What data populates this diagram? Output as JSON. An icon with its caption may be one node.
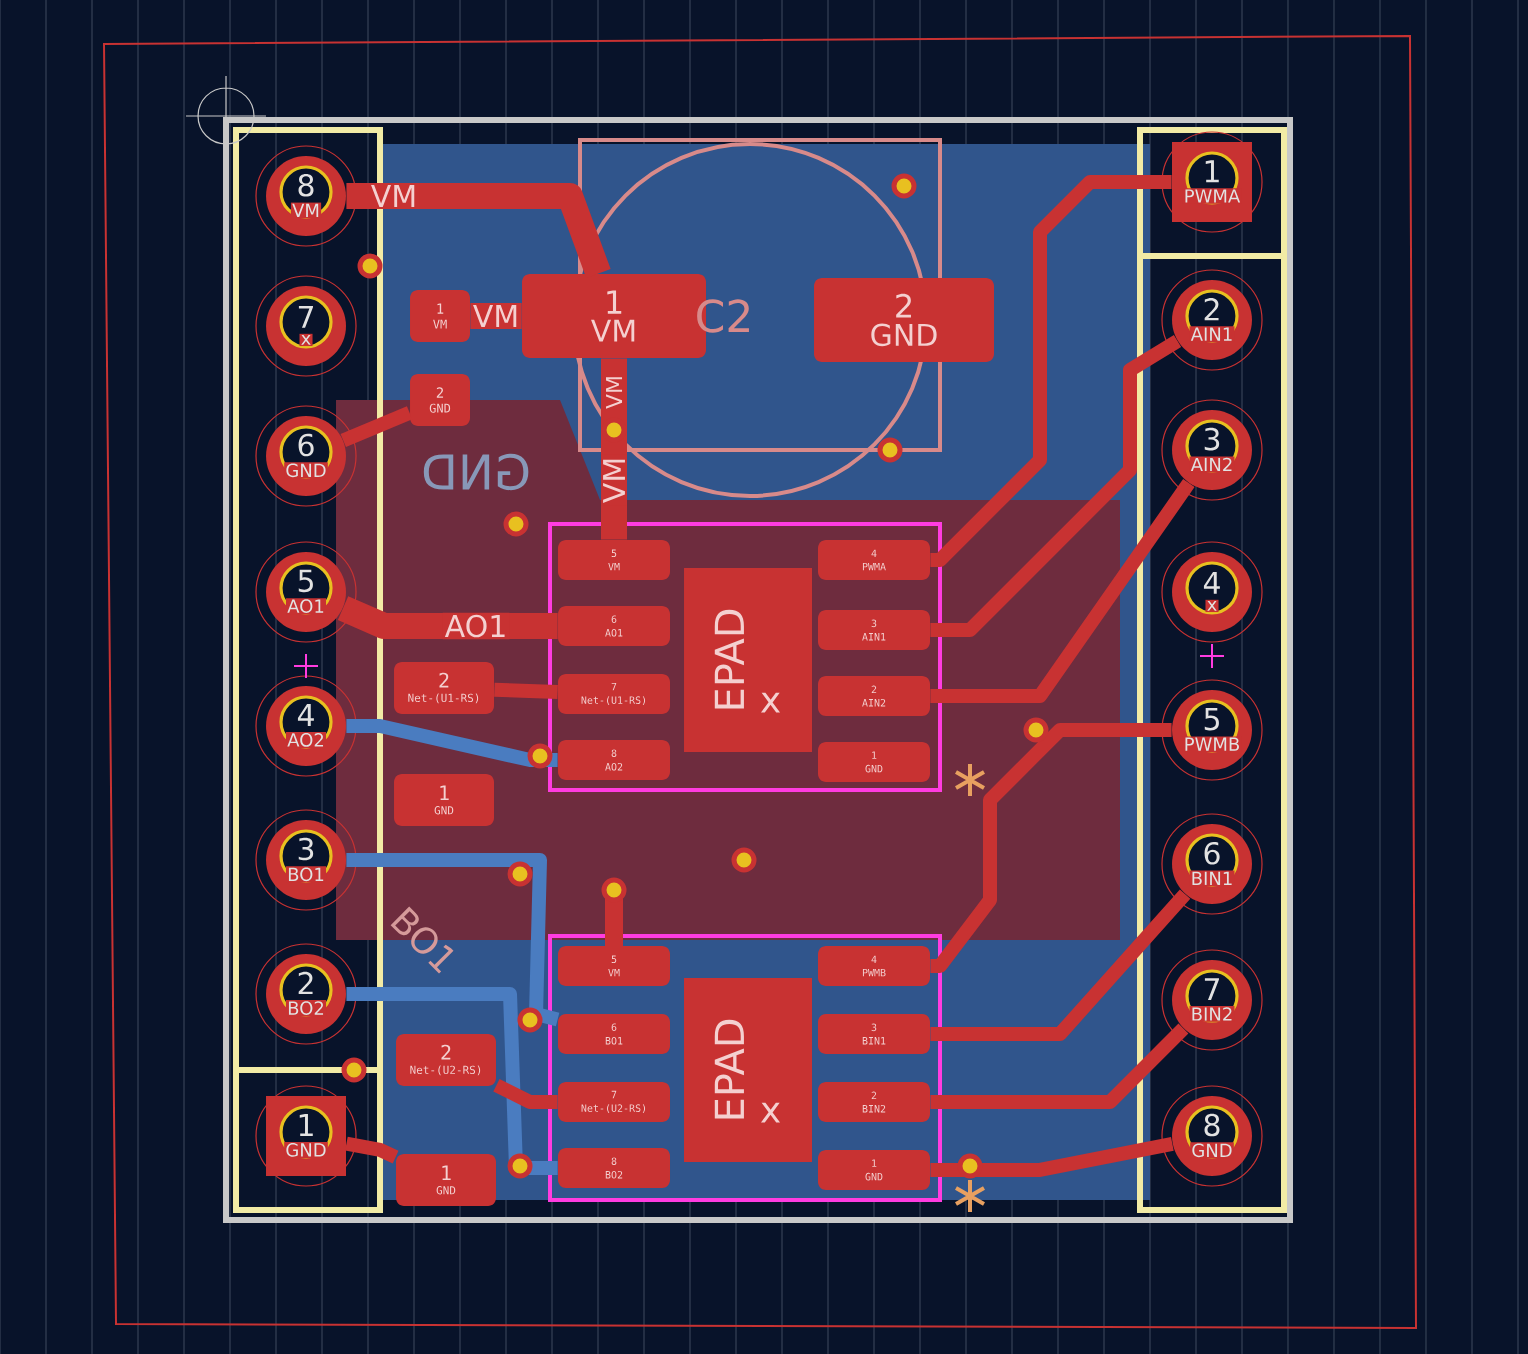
{
  "diagram": {
    "nodes": [
      {
        "text": [
          "8",
          "VM"
        ]
      },
      {
        "text": [
          "7",
          "x"
        ]
      },
      {
        "text": [
          "6",
          "GND"
        ]
      },
      {
        "text": [
          "5",
          "AO1"
        ]
      },
      {
        "text": [
          "4",
          "AO2"
        ]
      },
      {
        "text": [
          "3",
          "BO1"
        ]
      },
      {
        "text": [
          "2",
          "BO2"
        ]
      },
      {
        "text": [
          "1",
          "GND"
        ]
      },
      {
        "text": [
          "1",
          "PWMA"
        ]
      },
      {
        "text": [
          "2",
          "AIN1"
        ]
      },
      {
        "text": [
          "3",
          "AIN2"
        ]
      },
      {
        "text": [
          "4",
          "x"
        ]
      },
      {
        "text": [
          "5",
          "PWMB"
        ]
      },
      {
        "text": [
          "6",
          "BIN1"
        ]
      },
      {
        "text": [
          "7",
          "BIN2"
        ]
      },
      {
        "text": [
          "8",
          "GND"
        ]
      },
      {
        "text": [
          "1",
          "VM"
        ]
      },
      {
        "text": [
          "2",
          "GND"
        ]
      },
      {
        "text": [
          "1",
          "VM"
        ]
      },
      {
        "text": [
          "2",
          "GND"
        ]
      },
      {
        "text": [
          "5",
          "VM"
        ]
      },
      {
        "text": [
          "6",
          "AO1"
        ]
      },
      {
        "text": [
          "7",
          "Net-(U1-RS)"
        ]
      },
      {
        "text": [
          "8",
          "AO2"
        ]
      },
      {
        "text": [
          "EPAD",
          "x"
        ]
      },
      {
        "text": [
          "4",
          "PWMA"
        ]
      },
      {
        "text": [
          "3",
          "AIN1"
        ]
      },
      {
        "text": [
          "2",
          "AIN2"
        ]
      },
      {
        "text": [
          "1",
          "GND"
        ]
      },
      {
        "text": [
          "2",
          "Net-(U1-RS)"
        ]
      },
      {
        "text": [
          "1",
          "GND"
        ]
      },
      {
        "text": [
          "5",
          "VM"
        ]
      },
      {
        "text": [
          "6",
          "BO1"
        ]
      },
      {
        "text": [
          "7",
          "Net-(U2-RS)"
        ]
      },
      {
        "text": [
          "8",
          "BO2"
        ]
      },
      {
        "text": [
          "EPAD",
          "x"
        ]
      },
      {
        "text": [
          "4",
          "PWMB"
        ]
      },
      {
        "text": [
          "3",
          "BIN1"
        ]
      },
      {
        "text": [
          "2",
          "BIN2"
        ]
      },
      {
        "text": [
          "1",
          "GND"
        ]
      },
      {
        "text": [
          "2",
          "Net-(U2-RS)"
        ]
      },
      {
        "text": [
          "1",
          "GND"
        ]
      }
    ],
    "edges": [
      {
        "from": 0,
        "to": 18,
        "arrow": "none",
        "label": "VM",
        "style": "thick"
      },
      {
        "from": 16,
        "to": 18,
        "arrow": "none",
        "label": "VM",
        "style": "thick"
      },
      {
        "from": 18,
        "to": 20,
        "arrow": "none",
        "label": "VM",
        "style": "thick"
      },
      {
        "from": 2,
        "to": 17,
        "arrow": "none"
      },
      {
        "from": 3,
        "to": 21,
        "arrow": "none",
        "label": "AO1",
        "style": "thick"
      },
      {
        "from": 29,
        "to": 22,
        "arrow": "none"
      },
      {
        "from": 23,
        "to": 4,
        "arrow": "none",
        "color": "#4a7cc0"
      },
      {
        "from": 5,
        "to": 32,
        "arrow": "none",
        "color": "#4a7cc0"
      },
      {
        "from": 6,
        "to": 34,
        "arrow": "none",
        "color": "#4a7cc0"
      },
      {
        "from": 7,
        "to": 41,
        "arrow": "none"
      },
      {
        "from": 40,
        "to": 33,
        "arrow": "none"
      },
      {
        "from": 8,
        "to": 25,
        "arrow": "none"
      },
      {
        "from": 9,
        "to": 26,
        "arrow": "none"
      },
      {
        "from": 10,
        "to": 27,
        "arrow": "none"
      },
      {
        "from": 12,
        "to": 36,
        "arrow": "none"
      },
      {
        "from": 13,
        "to": 37,
        "arrow": "none"
      },
      {
        "from": 14,
        "to": 38,
        "arrow": "none"
      },
      {
        "from": 15,
        "to": 39,
        "arrow": "none"
      }
    ],
    "labels": [
      "C2",
      "VM",
      "GND",
      "BO1"
    ]
  }
}
